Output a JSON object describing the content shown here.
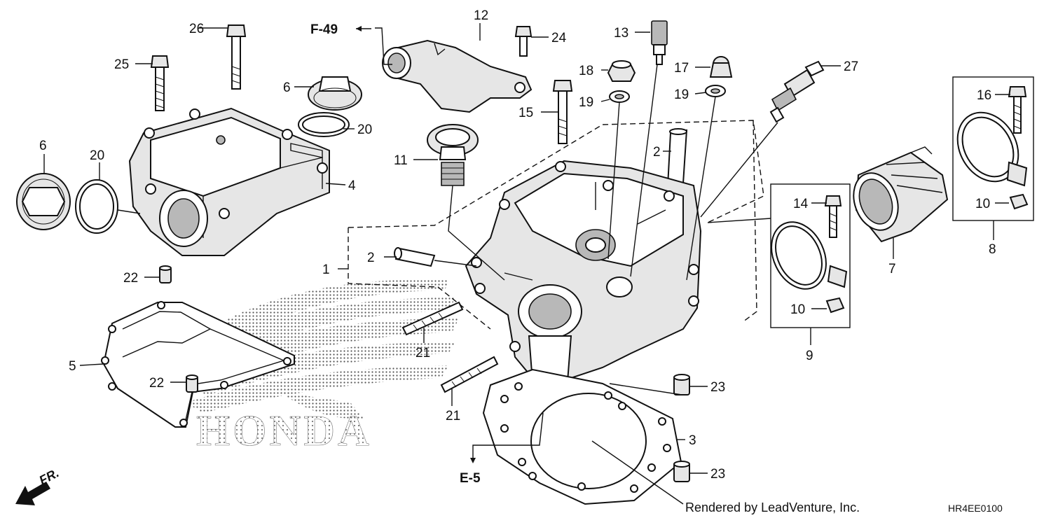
{
  "diagram_code": "HR4EE0100",
  "credit": "Rendered by LeadVenture, Inc.",
  "brand_logo": "HONDA",
  "refs": {
    "f49": "F-49",
    "e5": "E-5",
    "front": "FR."
  },
  "callouts": {
    "c1": "1",
    "c2a": "2",
    "c2b": "2",
    "c3": "3",
    "c4": "4",
    "c5": "5",
    "c6a": "6",
    "c6b": "6",
    "c7": "7",
    "c8": "8",
    "c9": "9",
    "c10a": "10",
    "c10b": "10",
    "c11": "11",
    "c12": "12",
    "c13": "13",
    "c14": "14",
    "c15": "15",
    "c16": "16",
    "c17": "17",
    "c18": "18",
    "c19a": "19",
    "c19b": "19",
    "c20a": "20",
    "c20b": "20",
    "c21a": "21",
    "c21b": "21",
    "c22a": "22",
    "c22b": "22",
    "c23a": "23",
    "c23b": "23",
    "c24": "24",
    "c25": "25",
    "c26": "26",
    "c27": "27"
  },
  "icons": {
    "front_arrow": "front-arrow-icon"
  }
}
